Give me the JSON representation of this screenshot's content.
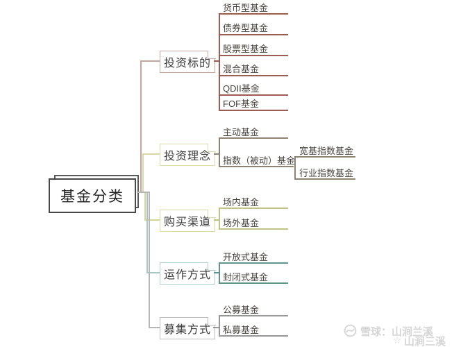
{
  "root": {
    "label": "基金分类",
    "border_color": "#474747"
  },
  "branches": [
    {
      "label": "投资标的",
      "line_color": "#9c5c52",
      "box_border_color": "#c9a8a0",
      "children": [
        {
          "label": "货币型基金"
        },
        {
          "label": "债券型基金"
        },
        {
          "label": "股票型基金"
        },
        {
          "label": "混合基金"
        },
        {
          "label": "QDII基金"
        },
        {
          "label": "FOF基金"
        }
      ]
    },
    {
      "label": "投资理念",
      "line_color": "#8f8373",
      "box_border_color": "#e0d9ab",
      "children": [
        {
          "label": "主动基金"
        },
        {
          "label": "指数（被动）基金",
          "children": [
            {
              "label": "宽基指数基金"
            },
            {
              "label": "行业指数基金"
            }
          ]
        }
      ]
    },
    {
      "label": "购买渠道",
      "line_color": "#c2c284",
      "box_border_color": "#d8d8a2",
      "children": [
        {
          "label": "场内基金"
        },
        {
          "label": "场外基金"
        }
      ]
    },
    {
      "label": "运作方式",
      "line_color": "#5f958c",
      "box_border_color": "#abcfc9",
      "children": [
        {
          "label": "开放式基金"
        },
        {
          "label": "封闭式基金"
        }
      ]
    },
    {
      "label": "募集方式",
      "line_color": "#979797",
      "box_border_color": "#bcbcbc",
      "children": [
        {
          "label": "公募基金"
        },
        {
          "label": "私募基金"
        }
      ]
    }
  ],
  "watermark": {
    "platform_line": "雪球：山涧兰溪",
    "author_line": "山涧三溪",
    "star_glyph": "☆",
    "logo_icon": "xueqiu-snowball-icon",
    "color": "#d6d6d6"
  }
}
